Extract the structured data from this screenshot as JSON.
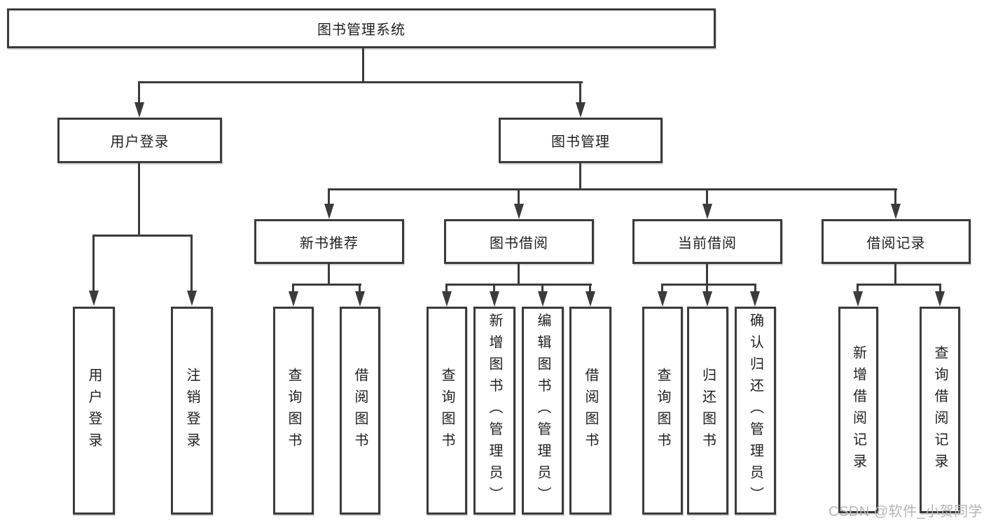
{
  "diagram": {
    "root": {
      "label": "图书管理系统"
    },
    "branches": [
      {
        "label": "用户登录",
        "children": [
          {
            "label": "用户登录"
          },
          {
            "label": "注销登录"
          }
        ]
      },
      {
        "label": "图书管理",
        "sections": [
          {
            "label": "新书推荐",
            "children": [
              {
                "label": "查询图书"
              },
              {
                "label": "借阅图书"
              }
            ]
          },
          {
            "label": "图书借阅",
            "children": [
              {
                "label": "查询图书"
              },
              {
                "label": "新增图书（管理员）"
              },
              {
                "label": "编辑图书（管理员）"
              },
              {
                "label": "借阅图书"
              }
            ]
          },
          {
            "label": "当前借阅",
            "children": [
              {
                "label": "查询图书"
              },
              {
                "label": "归还图书"
              },
              {
                "label": "确认归还（管理员）"
              }
            ]
          },
          {
            "label": "借阅记录",
            "children": [
              {
                "label": "新增借阅记录"
              },
              {
                "label": "查询借阅记录"
              }
            ]
          }
        ]
      }
    ]
  },
  "watermark": {
    "text": "CSDN @软件_小贺同学"
  },
  "colors": {
    "line": "#3b3b3b",
    "text": "#1f1f1f",
    "background": "#ffffff",
    "watermark": "#b5b5b9"
  }
}
